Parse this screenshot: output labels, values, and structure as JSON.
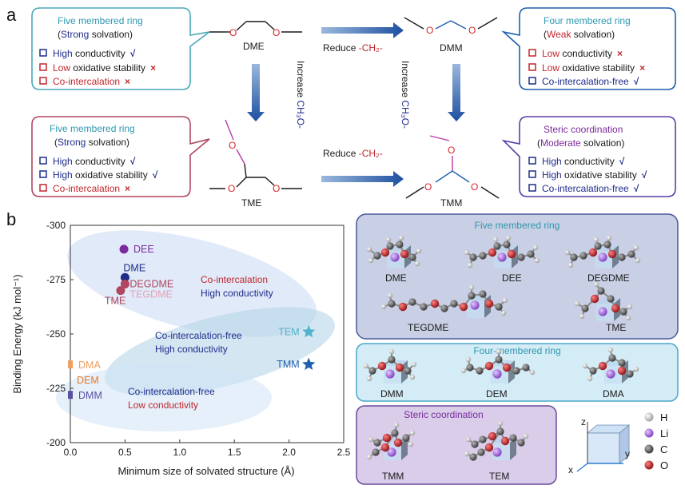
{
  "panel_labels": {
    "a": "a",
    "b": "b"
  },
  "colors": {
    "dark_blue": "#1f2c8a",
    "red": "#c0262d",
    "teal": "#2e98b0",
    "maroon": "#b0465f",
    "purple": "#7a2a9c",
    "arrow_blue": "#1e5fae",
    "mol_red": "#d9262c",
    "mol_magenta": "#b83aa8"
  },
  "molecules": {
    "dme": "DME",
    "dmm": "DMM",
    "tme": "TME",
    "tmm": "TMM"
  },
  "arrows": {
    "reduce_top_prefix": "Reduce ",
    "reduce_top_group": "-CH₂-",
    "reduce_bottom_prefix": "Reduce ",
    "reduce_bottom_group": "-CH₂-",
    "increase_left_word": "Increase ",
    "increase_left_group": "CH₃O-",
    "increase_right_word": "Increase ",
    "increase_right_group": "CH₃O-"
  },
  "bubbles": {
    "top_left": {
      "title": "Five membered ring",
      "sub_open": "(",
      "sub_key": "Strong",
      "sub_close": " solvation)",
      "items": [
        {
          "key": "High",
          "rest": " conductivity",
          "mark": "√"
        },
        {
          "key": "Low",
          "rest": " oxidative stability",
          "mark": "×"
        },
        {
          "key": "Co-intercalation",
          "rest": "",
          "mark": "×"
        }
      ]
    },
    "top_right": {
      "title": "Four membered ring",
      "sub_open": "(",
      "sub_key": "Weak",
      "sub_close": " solvation)",
      "items": [
        {
          "key": "Low",
          "rest": " conductivity",
          "mark": "×"
        },
        {
          "key": "Low",
          "rest": " oxidative stability",
          "mark": "×"
        },
        {
          "key": "Co-intercalation-free",
          "rest": "",
          "mark": "√"
        }
      ]
    },
    "bottom_left": {
      "title": "Five membered ring",
      "sub_open": "(",
      "sub_key": "Strong",
      "sub_close": " solvation)",
      "items": [
        {
          "key": "High",
          "rest": " conductivity",
          "mark": "√"
        },
        {
          "key": "High",
          "rest": " oxidative stability",
          "mark": "√"
        },
        {
          "key": "Co-intercalation",
          "rest": "",
          "mark": "×"
        }
      ]
    },
    "bottom_right": {
      "title": "Steric coordination",
      "sub_open": "(",
      "sub_key": "Moderate",
      "sub_close": " solvation)",
      "items": [
        {
          "key": "High",
          "rest": " conductivity",
          "mark": "√"
        },
        {
          "key": "High",
          "rest": " oxidative stability",
          "mark": "√"
        },
        {
          "key": "Co-intercalation-free",
          "rest": "",
          "mark": "√"
        }
      ]
    }
  },
  "chart_data": {
    "type": "scatter",
    "xlabel": "Minimum size of solvated structure (Å)",
    "ylabel": "Binding Energy (kJ mol⁻¹)",
    "xlim": [
      0.0,
      2.5
    ],
    "ylim": [
      -200,
      -300
    ],
    "x_ticks": [
      "0.0",
      "0.5",
      "1.0",
      "1.5",
      "2.0",
      "2.5"
    ],
    "x_tick_values": [
      0.0,
      0.5,
      1.0,
      1.5,
      2.0,
      2.5
    ],
    "y_ticks": [
      "-300",
      "-275",
      "-250",
      "-225",
      "-200"
    ],
    "y_tick_values": [
      -300,
      -275,
      -250,
      -225,
      -200
    ],
    "series": [
      {
        "name": "DEE",
        "x": 0.49,
        "y": -289,
        "color": "#7a2a9c",
        "marker": "circle"
      },
      {
        "name": "DME",
        "x": 0.5,
        "y": -276,
        "color": "#1f2c8a",
        "marker": "circle"
      },
      {
        "name": "DEGDME",
        "x": 0.5,
        "y": -273,
        "color": "#b0465f",
        "marker": "circle"
      },
      {
        "name": "TEGDME",
        "x": 0.5,
        "y": -273,
        "color": "#e0a3b8",
        "marker": "none"
      },
      {
        "name": "TME",
        "x": 0.46,
        "y": -270,
        "color": "#b0465f",
        "marker": "circle"
      },
      {
        "name": "TEM",
        "x": 2.18,
        "y": -251,
        "color": "#4fb3cc",
        "marker": "star"
      },
      {
        "name": "TMM",
        "x": 2.18,
        "y": -236,
        "color": "#1e5fae",
        "marker": "star"
      },
      {
        "name": "DMA",
        "x": 0.02,
        "y": -236,
        "color": "#f0a060",
        "marker": "square"
      },
      {
        "name": "DEM",
        "x": 0.02,
        "y": -229,
        "color": "#e87a2a",
        "marker": "none"
      },
      {
        "name": "DMM",
        "x": 0.02,
        "y": -222,
        "color": "#5a4fa0",
        "marker": "square"
      }
    ],
    "annotations": [
      {
        "line1": "Co-intercalation",
        "line2": "High conductivity"
      },
      {
        "line1": "Co-intercalation-free",
        "line2": "High conductivity"
      },
      {
        "line1": "Co-intercalation-free",
        "line2": "Low conductivity"
      }
    ]
  },
  "structures": {
    "five_ring": {
      "title": "Five membered ring",
      "labels": [
        "DME",
        "DEE",
        "DEGDME",
        "TEGDME",
        "TME"
      ]
    },
    "four_ring": {
      "title": "Four-membered ring",
      "labels": [
        "DMM",
        "DEM",
        "DMA"
      ]
    },
    "steric": {
      "title": "Steric coordination",
      "labels": [
        "TMM",
        "TEM"
      ]
    }
  },
  "axes_legend": {
    "z": "z",
    "y": "y",
    "x": "x"
  },
  "atom_legend": [
    {
      "label": "H",
      "color": "#d9d9d9"
    },
    {
      "label": "Li",
      "color": "#b070e0"
    },
    {
      "label": "C",
      "color": "#7a7a7a"
    },
    {
      "label": "O",
      "color": "#d9262c"
    }
  ]
}
